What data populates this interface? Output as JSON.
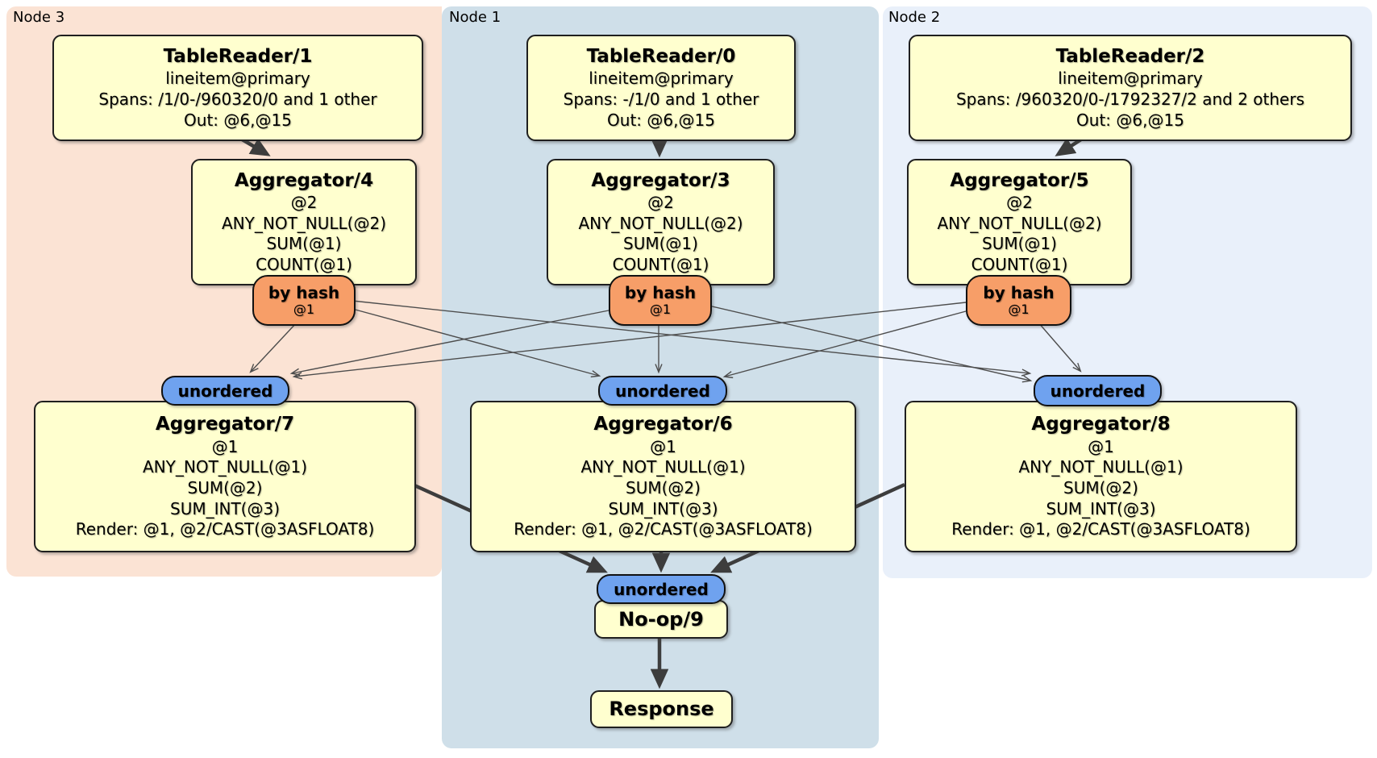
{
  "groups": {
    "node3": {
      "label": "Node 3"
    },
    "node1": {
      "label": "Node 1"
    },
    "node2": {
      "label": "Node 2"
    }
  },
  "processors": {
    "tr1": {
      "title": "TableReader/1",
      "details": [
        "lineitem@primary",
        "Spans: /1/0-/960320/0 and 1 other",
        "Out: @6,@15"
      ]
    },
    "tr0": {
      "title": "TableReader/0",
      "details": [
        "lineitem@primary",
        "Spans: -/1/0 and 1 other",
        "Out: @6,@15"
      ]
    },
    "tr2": {
      "title": "TableReader/2",
      "details": [
        "lineitem@primary",
        "Spans: /960320/0-/1792327/2 and 2 others",
        "Out: @6,@15"
      ]
    },
    "agg4": {
      "title": "Aggregator/4",
      "details": [
        "@2",
        "ANY_NOT_NULL(@2)",
        "SUM(@1)",
        "COUNT(@1)"
      ]
    },
    "agg3": {
      "title": "Aggregator/3",
      "details": [
        "@2",
        "ANY_NOT_NULL(@2)",
        "SUM(@1)",
        "COUNT(@1)"
      ]
    },
    "agg5": {
      "title": "Aggregator/5",
      "details": [
        "@2",
        "ANY_NOT_NULL(@2)",
        "SUM(@1)",
        "COUNT(@1)"
      ]
    },
    "agg7": {
      "title": "Aggregator/7",
      "details": [
        "@1",
        "ANY_NOT_NULL(@1)",
        "SUM(@2)",
        "SUM_INT(@3)",
        "Render: @1, @2/CAST(@3ASFLOAT8)"
      ]
    },
    "agg6": {
      "title": "Aggregator/6",
      "details": [
        "@1",
        "ANY_NOT_NULL(@1)",
        "SUM(@2)",
        "SUM_INT(@3)",
        "Render: @1, @2/CAST(@3ASFLOAT8)"
      ]
    },
    "agg8": {
      "title": "Aggregator/8",
      "details": [
        "@1",
        "ANY_NOT_NULL(@1)",
        "SUM(@2)",
        "SUM_INT(@3)",
        "Render: @1, @2/CAST(@3ASFLOAT8)"
      ]
    },
    "noop9": {
      "title": "No-op/9"
    },
    "response": {
      "title": "Response"
    }
  },
  "routers": {
    "hash4": {
      "label": "by hash",
      "detail": "@1"
    },
    "hash3": {
      "label": "by hash",
      "detail": "@1"
    },
    "hash5": {
      "label": "by hash",
      "detail": "@1"
    }
  },
  "synchronizers": {
    "un7": {
      "label": "unordered"
    },
    "un6": {
      "label": "unordered"
    },
    "un8": {
      "label": "unordered"
    },
    "un9": {
      "label": "unordered"
    }
  },
  "colors": {
    "node3_bg": "#FBE3D4",
    "node1_bg": "#CFDFE9",
    "node2_bg": "#E9F0FA",
    "processor_fill": "#FFFFCF",
    "router_fill": "#F79E68",
    "sync_fill": "#6FA2EF",
    "node_border": "#1F1F1F",
    "edge_color": "#3D3D3D"
  }
}
